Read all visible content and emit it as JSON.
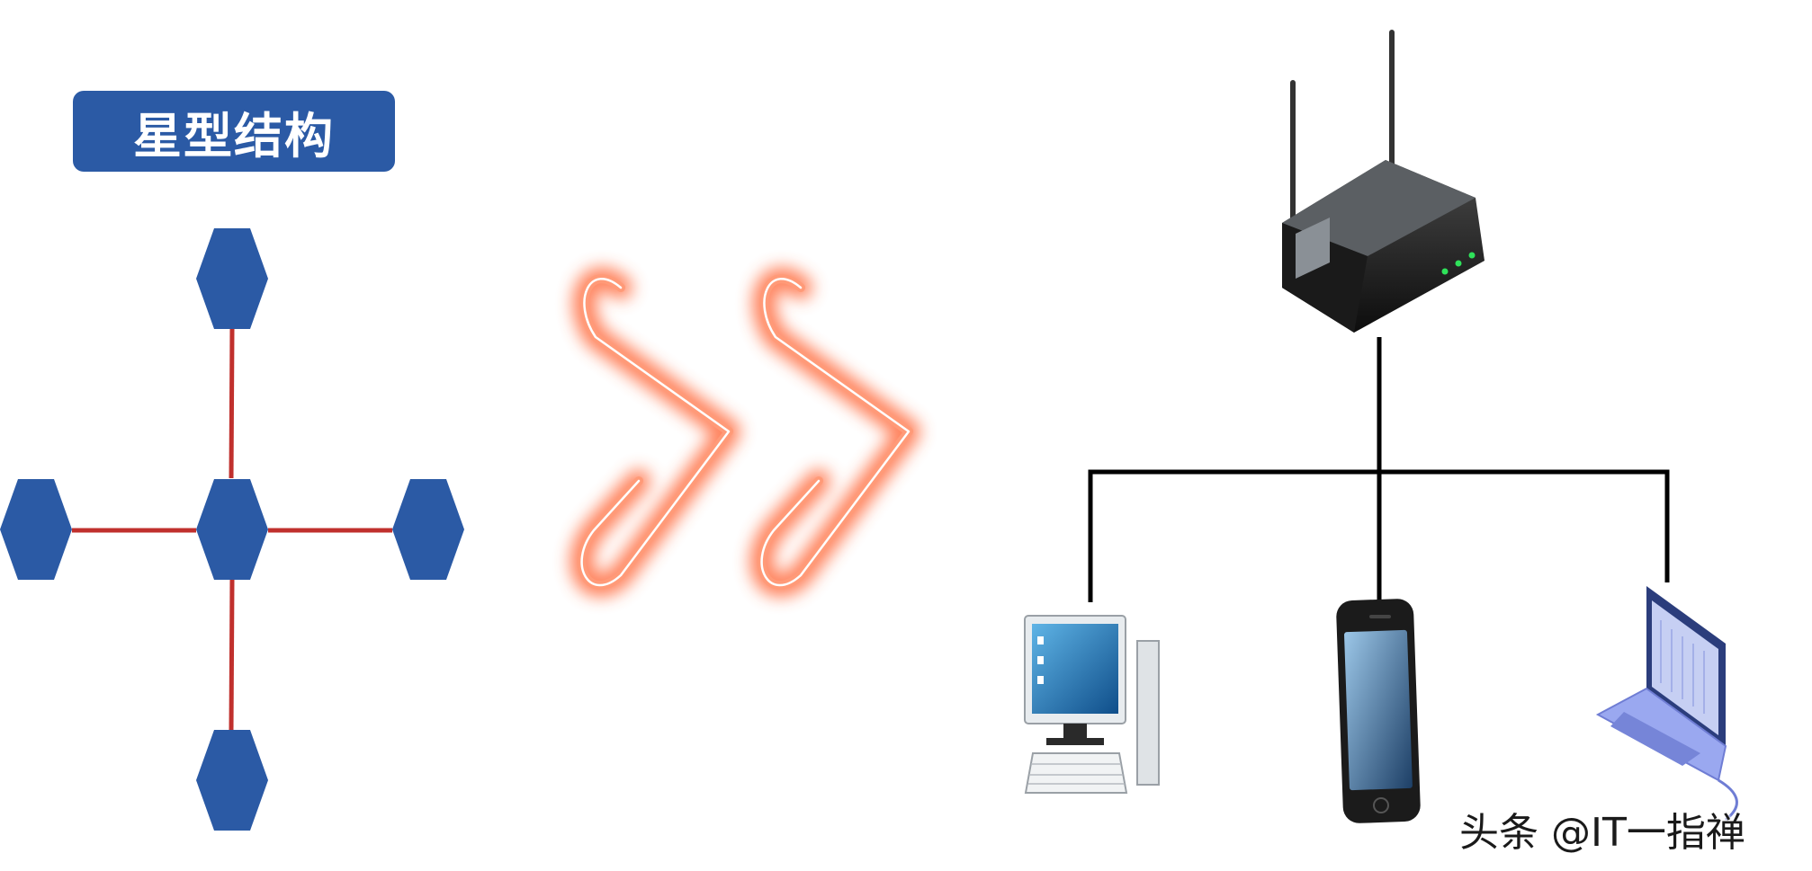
{
  "title": "星型结构",
  "watermark": "头条 @IT一指禅",
  "colors": {
    "node_blue": "#2b5aa5",
    "link_red": "#c0302d",
    "arrow_glow": "#ff7a50",
    "tree_line": "#000000"
  },
  "star_topology": {
    "center": "hub",
    "nodes": [
      "top",
      "left",
      "right",
      "bottom"
    ],
    "links": [
      [
        "hub",
        "top"
      ],
      [
        "hub",
        "left"
      ],
      [
        "hub",
        "right"
      ],
      [
        "hub",
        "bottom"
      ]
    ]
  },
  "device_tree": {
    "root": "router-icon",
    "children": [
      "desktop-computer-icon",
      "smartphone-icon",
      "laptop-icon"
    ]
  },
  "arrow": "double-chevron-right-icon"
}
